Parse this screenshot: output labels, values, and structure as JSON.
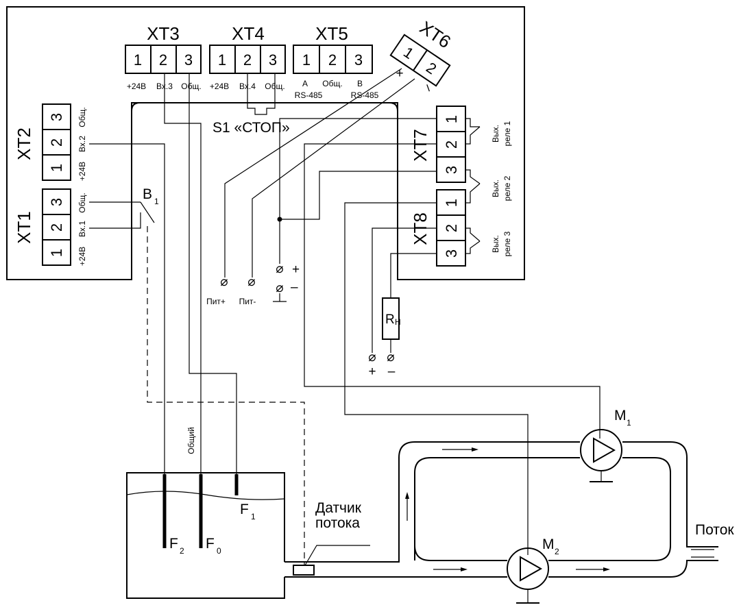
{
  "terminals": {
    "xt3": {
      "name": "XT3",
      "pins": [
        "1",
        "2",
        "3"
      ],
      "labels": [
        "+24В",
        "Вх.3",
        "Общ."
      ]
    },
    "xt4": {
      "name": "XT4",
      "pins": [
        "1",
        "2",
        "3"
      ],
      "labels": [
        "+24В",
        "Вх.4",
        "Общ."
      ]
    },
    "xt5": {
      "name": "XT5",
      "pins": [
        "1",
        "2",
        "3"
      ],
      "labels": [
        "A",
        "Общ.",
        "B"
      ],
      "sublabels": [
        "RS-485",
        "RS-485"
      ]
    },
    "xt6": {
      "name": "XT6",
      "pins": [
        "1",
        "2"
      ],
      "signs": [
        "+",
        "–"
      ]
    },
    "xt2": {
      "name": "XT2",
      "pins": [
        "3",
        "2",
        "1"
      ],
      "labels": [
        "Общ.",
        "Вх.2",
        "+24В"
      ]
    },
    "xt1": {
      "name": "XT1",
      "pins": [
        "3",
        "2",
        "1"
      ],
      "labels": [
        "Общ.",
        "Вх.1",
        "+24В"
      ]
    },
    "xt7": {
      "name": "XT7",
      "pins": [
        "1",
        "2",
        "3"
      ]
    },
    "xt8": {
      "name": "XT8",
      "pins": [
        "1",
        "2",
        "3"
      ]
    }
  },
  "relays": [
    {
      "line1": "Вых.",
      "line2": "реле 1"
    },
    {
      "line1": "Вых.",
      "line2": "реле 2"
    },
    {
      "line1": "Вых.",
      "line2": "реле 3"
    }
  ],
  "labels": {
    "stop": "S1 «СТОП»",
    "b1": "B",
    "b1_sub": "1",
    "pit_plus": "Пит+",
    "pit_minus": "Пит-",
    "plus": "+",
    "minus": "–",
    "rn": "R",
    "rn_sub": "Н",
    "common": "Общий",
    "f1": "F",
    "f1_sub": "1",
    "f2": "F",
    "f2_sub": "2",
    "f0": "F",
    "f0_sub": "0",
    "flow_sensor_1": "Датчик",
    "flow_sensor_2": "потока",
    "flow": "Поток",
    "m1": "M",
    "m1_sub": "1",
    "m2": "M",
    "m2_sub": "2"
  }
}
